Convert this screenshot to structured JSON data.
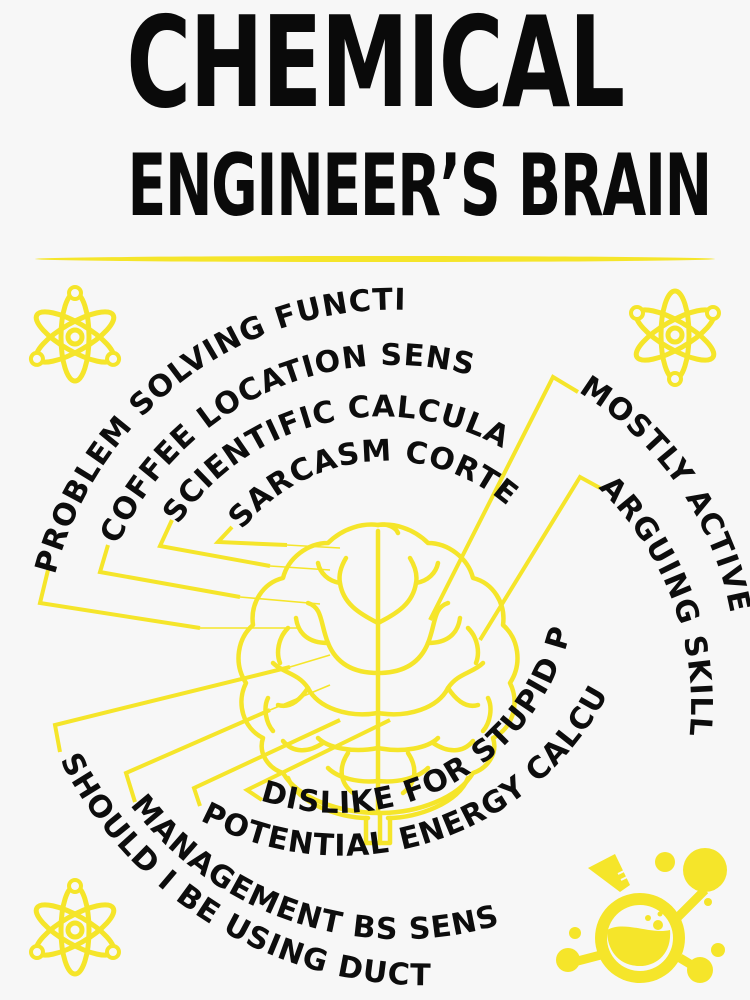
{
  "title": {
    "line1": "CHEMICAL",
    "line2": "ENGINEER’S BRAIN"
  },
  "colors": {
    "accent": "#f5e52a",
    "text": "#0d0d0d",
    "background": "#f7f7f7"
  },
  "labels": {
    "upper_left": [
      "PROBLEM SOLVING FUNCTION",
      "COFFEE LOCATION SENSOR",
      "SCIENTIFIC CALCULATOR",
      "SARCASM CORTEX"
    ],
    "right": [
      "MOSTLY ACTIVE",
      "ARGUING SKILLS"
    ],
    "bottom": [
      "DISLIKE FOR STUPID PEOPLE",
      "POTENTIAL ENERGY CALCULATOR",
      "MANAGEMENT BS SENSOR",
      "SHOULD I BE USING DUCT TAPE?"
    ]
  },
  "icons": {
    "top_left": "atom-icon",
    "top_right": "atom-icon",
    "bottom_left": "atom-icon",
    "bottom_right": "flask-molecule-icon",
    "center": "brain-icon"
  }
}
